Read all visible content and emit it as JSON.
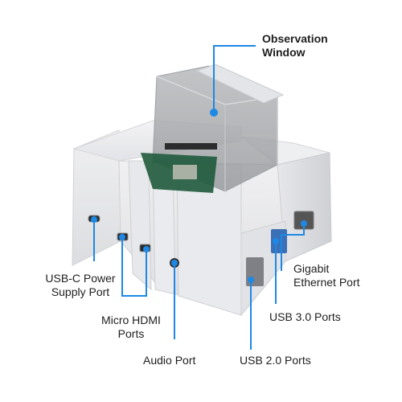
{
  "labels": {
    "observation": [
      "Observation",
      "Window"
    ],
    "usbc": [
      "USB-C Power",
      "Supply Port"
    ],
    "hdmi": [
      "Micro HDMI",
      "Ports"
    ],
    "audio": "Audio Port",
    "gigabit": [
      "Gigabit",
      "Ethernet Port"
    ],
    "usb3": "USB 3.0 Ports",
    "usb2": "USB 2.0 Ports"
  },
  "colors": {
    "case": "#ececee",
    "case_shadow": "#d2d3d6",
    "accent": "#1e88e5",
    "text": "#1e1e1e"
  }
}
